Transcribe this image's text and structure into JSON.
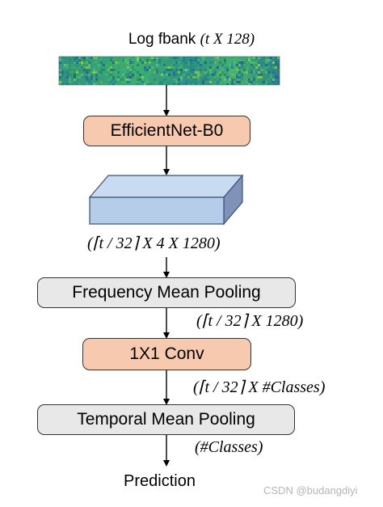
{
  "input": {
    "title": "Log fbank",
    "shape": "(t X 128)"
  },
  "blocks": {
    "backbone": "EfficientNet-B0",
    "freq_pool": "Frequency Mean Pooling",
    "conv": "1X1 Conv",
    "temporal_pool": "Temporal Mean Pooling"
  },
  "shapes": {
    "backbone_out": "(⌈t / 32⌉ X 4 X 1280)",
    "freq_out": "(⌈t / 32⌉ X 1280)",
    "conv_out": "(⌈t / 32⌉ X #Classes)",
    "pool_out": "(#Classes)"
  },
  "output": {
    "label": "Prediction"
  },
  "watermark": "CSDN @budangdiyi",
  "colors": {
    "block_orange": "#f7c9ae",
    "block_gray": "#e8e8e8",
    "tensor_face": "#b6cdea",
    "spectrogram_base": "#3aa57a"
  }
}
